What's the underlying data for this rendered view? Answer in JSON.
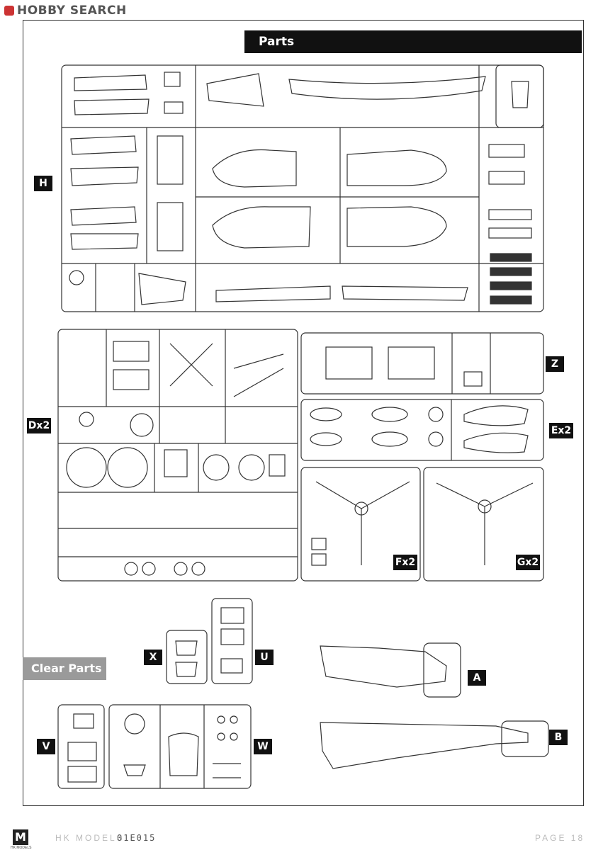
{
  "site": {
    "logo_text": "HOBBY SEARCH"
  },
  "titles": {
    "parts": "Parts",
    "clear_parts": "Clear Parts"
  },
  "sprue_labels": {
    "H": "H",
    "D": "Dx2",
    "Z": "Z",
    "E": "Ex2",
    "F": "Fx2",
    "G": "Gx2",
    "X": "X",
    "U": "U",
    "A": "A",
    "B": "B",
    "V": "V",
    "W": "W"
  },
  "footer": {
    "logo": "M",
    "logo_sub": "HK MODELS",
    "brand": "HK MODELS",
    "code": "01E015",
    "page": "PAGE 18"
  },
  "colors": {
    "banner": "#111111",
    "clear_banner": "#9a9a9a",
    "line": "#333333"
  }
}
